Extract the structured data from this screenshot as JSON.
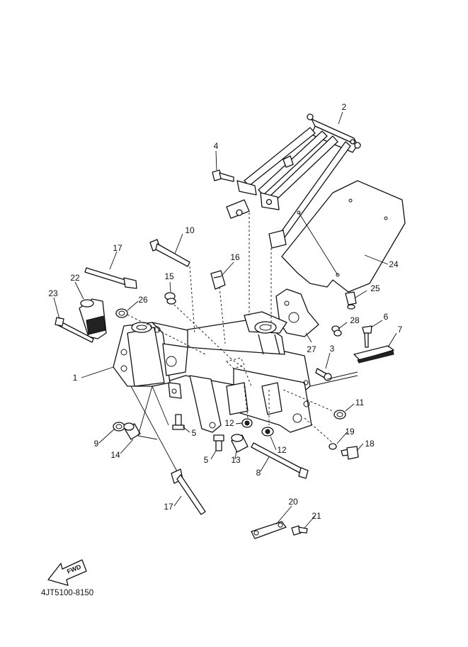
{
  "diagram_code": "4JT5100-8150",
  "fwd_label": "FWD",
  "callouts": [
    {
      "id": "c2",
      "text": "2"
    },
    {
      "id": "c4",
      "text": "4"
    },
    {
      "id": "c10",
      "text": "10"
    },
    {
      "id": "c16",
      "text": "16"
    },
    {
      "id": "c17a",
      "text": "17"
    },
    {
      "id": "c15",
      "text": "15"
    },
    {
      "id": "c22",
      "text": "22"
    },
    {
      "id": "c23",
      "text": "23"
    },
    {
      "id": "c26",
      "text": "26"
    },
    {
      "id": "c24",
      "text": "24"
    },
    {
      "id": "c25",
      "text": "25"
    },
    {
      "id": "c28",
      "text": "28"
    },
    {
      "id": "c6",
      "text": "6"
    },
    {
      "id": "c7",
      "text": "7"
    },
    {
      "id": "c27",
      "text": "27"
    },
    {
      "id": "c3",
      "text": "3"
    },
    {
      "id": "c1",
      "text": "1"
    },
    {
      "id": "c11",
      "text": "11"
    },
    {
      "id": "c9",
      "text": "9"
    },
    {
      "id": "c5a",
      "text": "5"
    },
    {
      "id": "c12a",
      "text": "12"
    },
    {
      "id": "c12b",
      "text": "12"
    },
    {
      "id": "c19",
      "text": "19"
    },
    {
      "id": "c14",
      "text": "14"
    },
    {
      "id": "c18",
      "text": "18"
    },
    {
      "id": "c5b",
      "text": "5"
    },
    {
      "id": "c13",
      "text": "13"
    },
    {
      "id": "c8",
      "text": "8"
    },
    {
      "id": "c17b",
      "text": "17"
    },
    {
      "id": "c20",
      "text": "20"
    },
    {
      "id": "c21",
      "text": "21"
    }
  ]
}
